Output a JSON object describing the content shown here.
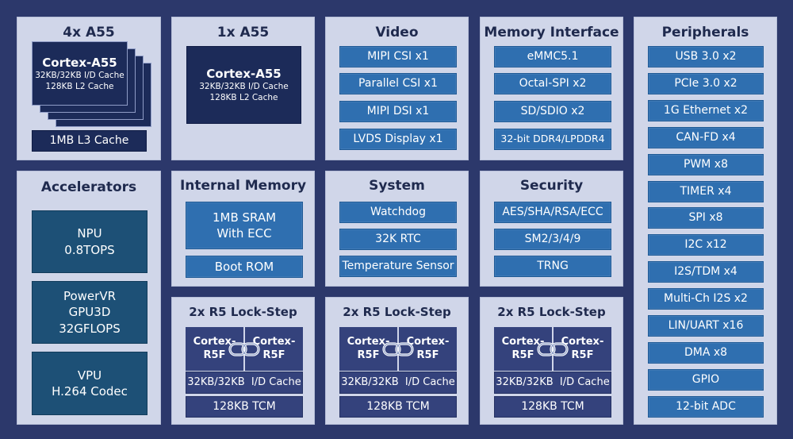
{
  "cpu4": {
    "title": "4x A55",
    "core_name": "Cortex-A55",
    "cache_line1": "32KB/32KB I/D Cache",
    "cache_line2": "128KB L2 Cache",
    "l3": "1MB L3 Cache"
  },
  "cpu1": {
    "title": "1x A55",
    "core_name": "Cortex-A55",
    "cache_line1": "32KB/32KB I/D Cache",
    "cache_line2": "128KB L2 Cache"
  },
  "video": {
    "title": "Video",
    "items": [
      "MIPI CSI x1",
      "Parallel CSI x1",
      "MIPI DSI x1",
      "LVDS Display x1"
    ]
  },
  "memory_interface": {
    "title": "Memory Interface",
    "items": [
      "eMMC5.1",
      "Octal-SPI x2",
      "SD/SDIO x2",
      "32-bit DDR4/LPDDR4"
    ]
  },
  "peripherals": {
    "title": "Peripherals",
    "items": [
      "USB 3.0 x2",
      "PCIe 3.0 x2",
      "1G Ethernet x2",
      "CAN-FD x4",
      "PWM x8",
      "TIMER x4",
      "SPI x8",
      "I2C x12",
      "I2S/TDM x4",
      "Multi-Ch I2S x2",
      "LIN/UART x16",
      "DMA x8",
      "GPIO",
      "12-bit ADC"
    ]
  },
  "accelerators": {
    "title": "Accelerators",
    "npu": [
      "NPU",
      "0.8TOPS"
    ],
    "gpu": [
      "PowerVR",
      "GPU3D",
      "32GFLOPS"
    ],
    "vpu": [
      "VPU",
      "H.264 Codec"
    ]
  },
  "internal_memory": {
    "title": "Internal Memory",
    "sram": [
      "1MB SRAM",
      "With ECC"
    ],
    "rom": "Boot ROM"
  },
  "system": {
    "title": "System",
    "items": [
      "Watchdog",
      "32K RTC",
      "Temperature Sensor"
    ]
  },
  "security": {
    "title": "Security",
    "items": [
      "AES/SHA/RSA/ECC",
      "SM2/3/4/9",
      "TRNG"
    ]
  },
  "r5": [
    {
      "title": "2x R5 Lock-Step",
      "core_a": [
        "Cortex-",
        "R5F"
      ],
      "core_b": [
        "Cortex-",
        "R5F"
      ],
      "cache": "32KB/32KB  I/D Cache",
      "tcm": "128KB TCM"
    },
    {
      "title": "2x R5 Lock-Step",
      "core_a": [
        "Cortex-",
        "R5F"
      ],
      "core_b": [
        "Cortex-",
        "R5F"
      ],
      "cache": "32KB/32KB  I/D Cache",
      "tcm": "128KB TCM"
    },
    {
      "title": "2x R5 Lock-Step",
      "core_a": [
        "Cortex-",
        "R5F"
      ],
      "core_b": [
        "Cortex-",
        "R5F"
      ],
      "cache": "32KB/32KB  I/D Cache",
      "tcm": "128KB TCM"
    }
  ],
  "colors": {
    "background": "#2c386b",
    "panel": "#d0d6e9",
    "blue_box": "#2f6fb0",
    "navy_box": "#1c2b59",
    "teal_box": "#1d5076"
  }
}
